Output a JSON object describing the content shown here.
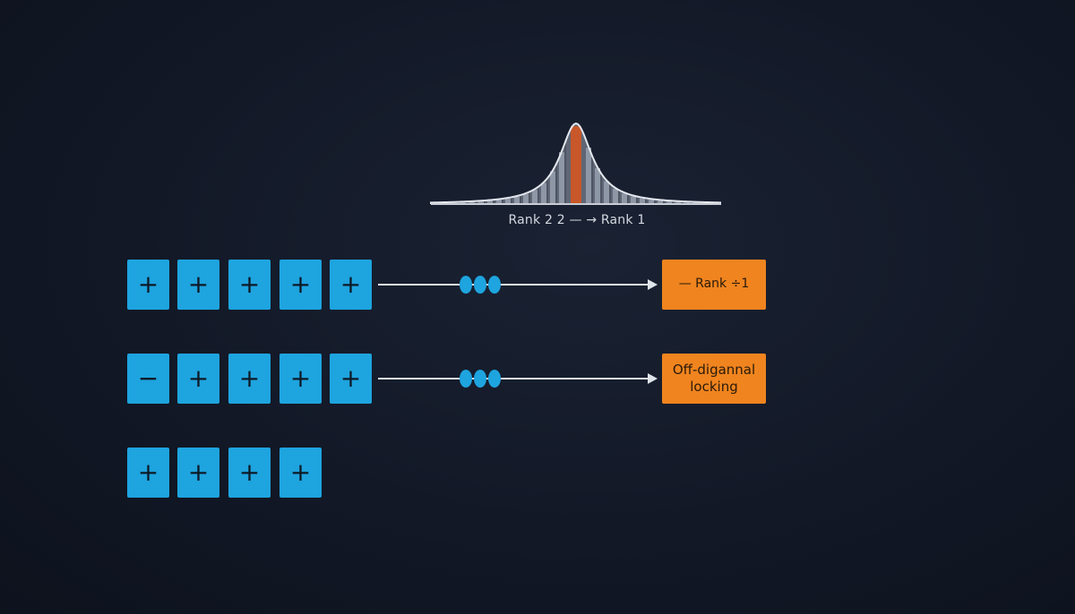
{
  "peak": {
    "caption": "Rank 2 2 — → Rank 1",
    "highlight_color": "#c8572a",
    "bar_color": "#8e97a6"
  },
  "rows": [
    {
      "tiles": [
        "+",
        "+",
        "+",
        "+",
        "+"
      ],
      "has_connector": true,
      "output": [
        "— Rank ÷1"
      ]
    },
    {
      "tiles": [
        "−",
        "+",
        "+",
        "+",
        "+"
      ],
      "has_connector": true,
      "output": [
        "Off-digannal",
        "locking"
      ]
    },
    {
      "tiles": [
        "+",
        "+",
        "+",
        "+"
      ],
      "has_connector": false,
      "output": []
    }
  ],
  "colors": {
    "background": "#121826",
    "tile": "#1ea4df",
    "output_box": "#f0841f",
    "connector": "#dfe4ea"
  }
}
